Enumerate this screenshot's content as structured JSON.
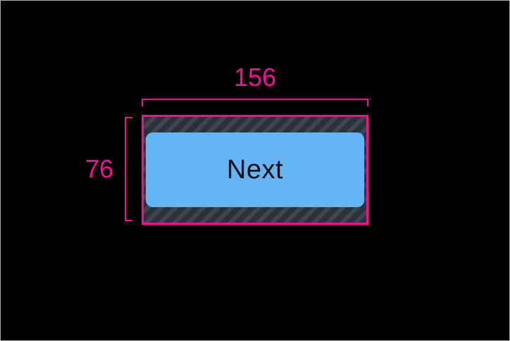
{
  "inspector": {
    "width_label": "156",
    "height_label": "76"
  },
  "button": {
    "label": "Next"
  },
  "colors": {
    "background": "#000000",
    "screen_border": "#a9a9a9",
    "guide_pink": "#f50c97",
    "button_blue": "#64b5f6",
    "button_text": "#0b0b0d",
    "padding_base": "#3d4650",
    "padding_stripe": "#2b313a"
  }
}
